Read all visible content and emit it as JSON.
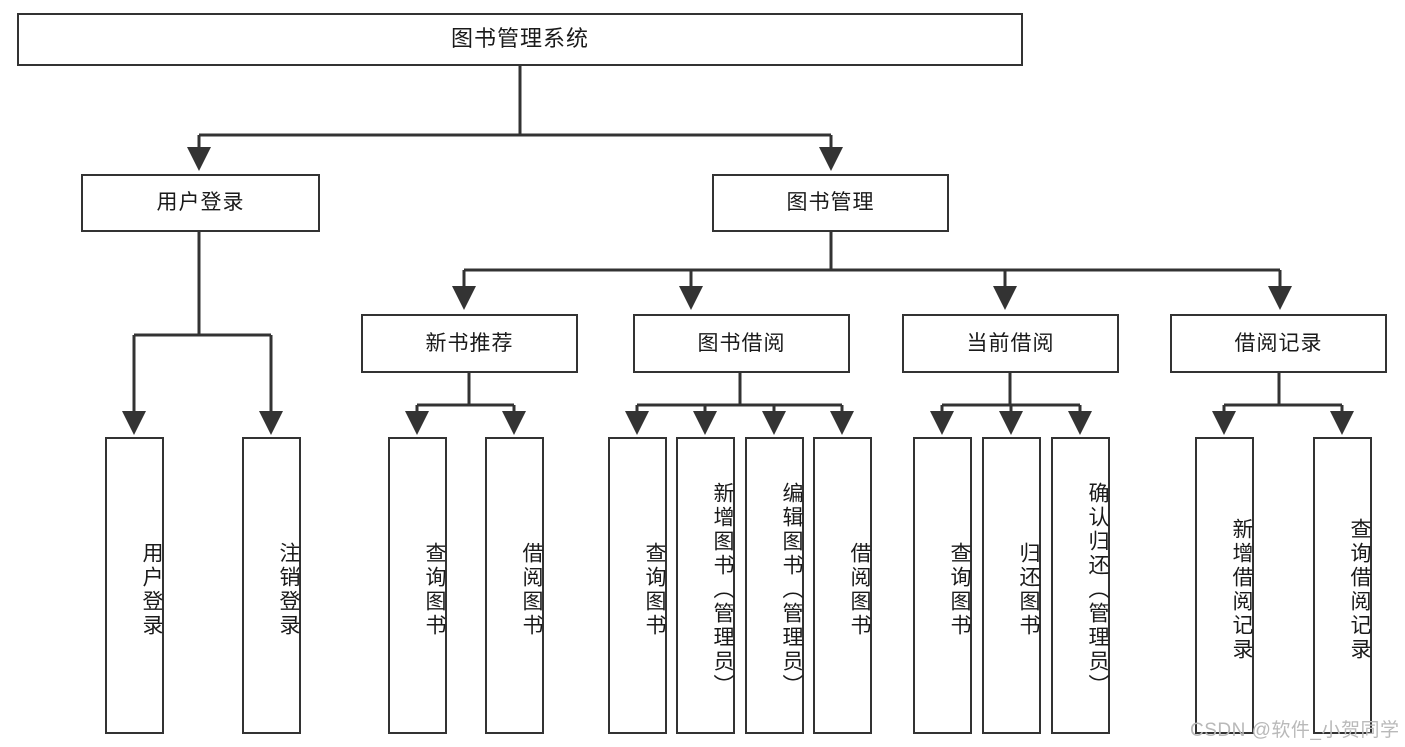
{
  "diagram": {
    "title": "图书管理系统",
    "type": "功能结构图",
    "watermark": "CSDN @软件_小贺同学",
    "colors": {
      "border": "#333333",
      "background": "#ffffff",
      "text": "#1a1a1a",
      "edge": "#333333",
      "watermark": "#b9b9b9"
    },
    "levels": {
      "level1": "系统",
      "level2": "模块",
      "level3": "子模块",
      "level4": "功能"
    }
  },
  "nodes": {
    "root": {
      "label": "图书管理系统",
      "level": 1
    },
    "level2": [
      {
        "id": "user-login",
        "label": "用户登录",
        "level": 2
      },
      {
        "id": "book-manage",
        "label": "图书管理",
        "level": 2
      }
    ],
    "level3": [
      {
        "id": "new-book-recommend",
        "label": "新书推荐",
        "parent": "book-manage",
        "level": 3
      },
      {
        "id": "book-borrow",
        "label": "图书借阅",
        "parent": "book-manage",
        "level": 3
      },
      {
        "id": "current-borrow",
        "label": "当前借阅",
        "parent": "book-manage",
        "level": 3
      },
      {
        "id": "borrow-record",
        "label": "借阅记录",
        "parent": "book-manage",
        "level": 3
      }
    ],
    "leaves": [
      {
        "id": "leaf-user-login",
        "label": "用户登录",
        "parent": "user-login",
        "level": 4
      },
      {
        "id": "leaf-user-logout",
        "label": "注销登录",
        "parent": "user-login",
        "level": 4
      },
      {
        "id": "leaf-query-book-1",
        "label": "查询图书",
        "parent": "new-book-recommend",
        "level": 4
      },
      {
        "id": "leaf-borrow-book-1",
        "label": "借阅图书",
        "parent": "new-book-recommend",
        "level": 4
      },
      {
        "id": "leaf-query-book-2",
        "label": "查询图书",
        "parent": "book-borrow",
        "level": 4
      },
      {
        "id": "leaf-add-book",
        "label": "新增图书（管理员）",
        "parent": "book-borrow",
        "level": 4
      },
      {
        "id": "leaf-edit-book",
        "label": "编辑图书（管理员）",
        "parent": "book-borrow",
        "level": 4
      },
      {
        "id": "leaf-borrow-book-2",
        "label": "借阅图书",
        "parent": "book-borrow",
        "level": 4
      },
      {
        "id": "leaf-query-book-3",
        "label": "查询图书",
        "parent": "current-borrow",
        "level": 4
      },
      {
        "id": "leaf-return-book",
        "label": "归还图书",
        "parent": "current-borrow",
        "level": 4
      },
      {
        "id": "leaf-confirm-return",
        "label": "确认归还（管理员）",
        "parent": "current-borrow",
        "level": 4
      },
      {
        "id": "leaf-add-record",
        "label": "新增借阅记录",
        "parent": "borrow-record",
        "level": 4
      },
      {
        "id": "leaf-query-record",
        "label": "查询借阅记录",
        "parent": "borrow-record",
        "level": 4
      }
    ]
  },
  "chart_data": {
    "type": "tree",
    "title": "图书管理系统",
    "root": {
      "name": "图书管理系统",
      "children": [
        {
          "name": "用户登录",
          "children": [
            {
              "name": "用户登录"
            },
            {
              "name": "注销登录"
            }
          ]
        },
        {
          "name": "图书管理",
          "children": [
            {
              "name": "新书推荐",
              "children": [
                {
                  "name": "查询图书"
                },
                {
                  "name": "借阅图书"
                }
              ]
            },
            {
              "name": "图书借阅",
              "children": [
                {
                  "name": "查询图书"
                },
                {
                  "name": "新增图书（管理员）"
                },
                {
                  "name": "编辑图书（管理员）"
                },
                {
                  "name": "借阅图书"
                }
              ]
            },
            {
              "name": "当前借阅",
              "children": [
                {
                  "name": "查询图书"
                },
                {
                  "name": "归还图书"
                },
                {
                  "name": "确认归还（管理员）"
                }
              ]
            },
            {
              "name": "借阅记录",
              "children": [
                {
                  "name": "新增借阅记录"
                },
                {
                  "name": "查询借阅记录"
                }
              ]
            }
          ]
        }
      ]
    },
    "depth": 4,
    "node_count": 20,
    "orientation": "top-down",
    "edge_style": "orthogonal-with-arrowheads"
  }
}
